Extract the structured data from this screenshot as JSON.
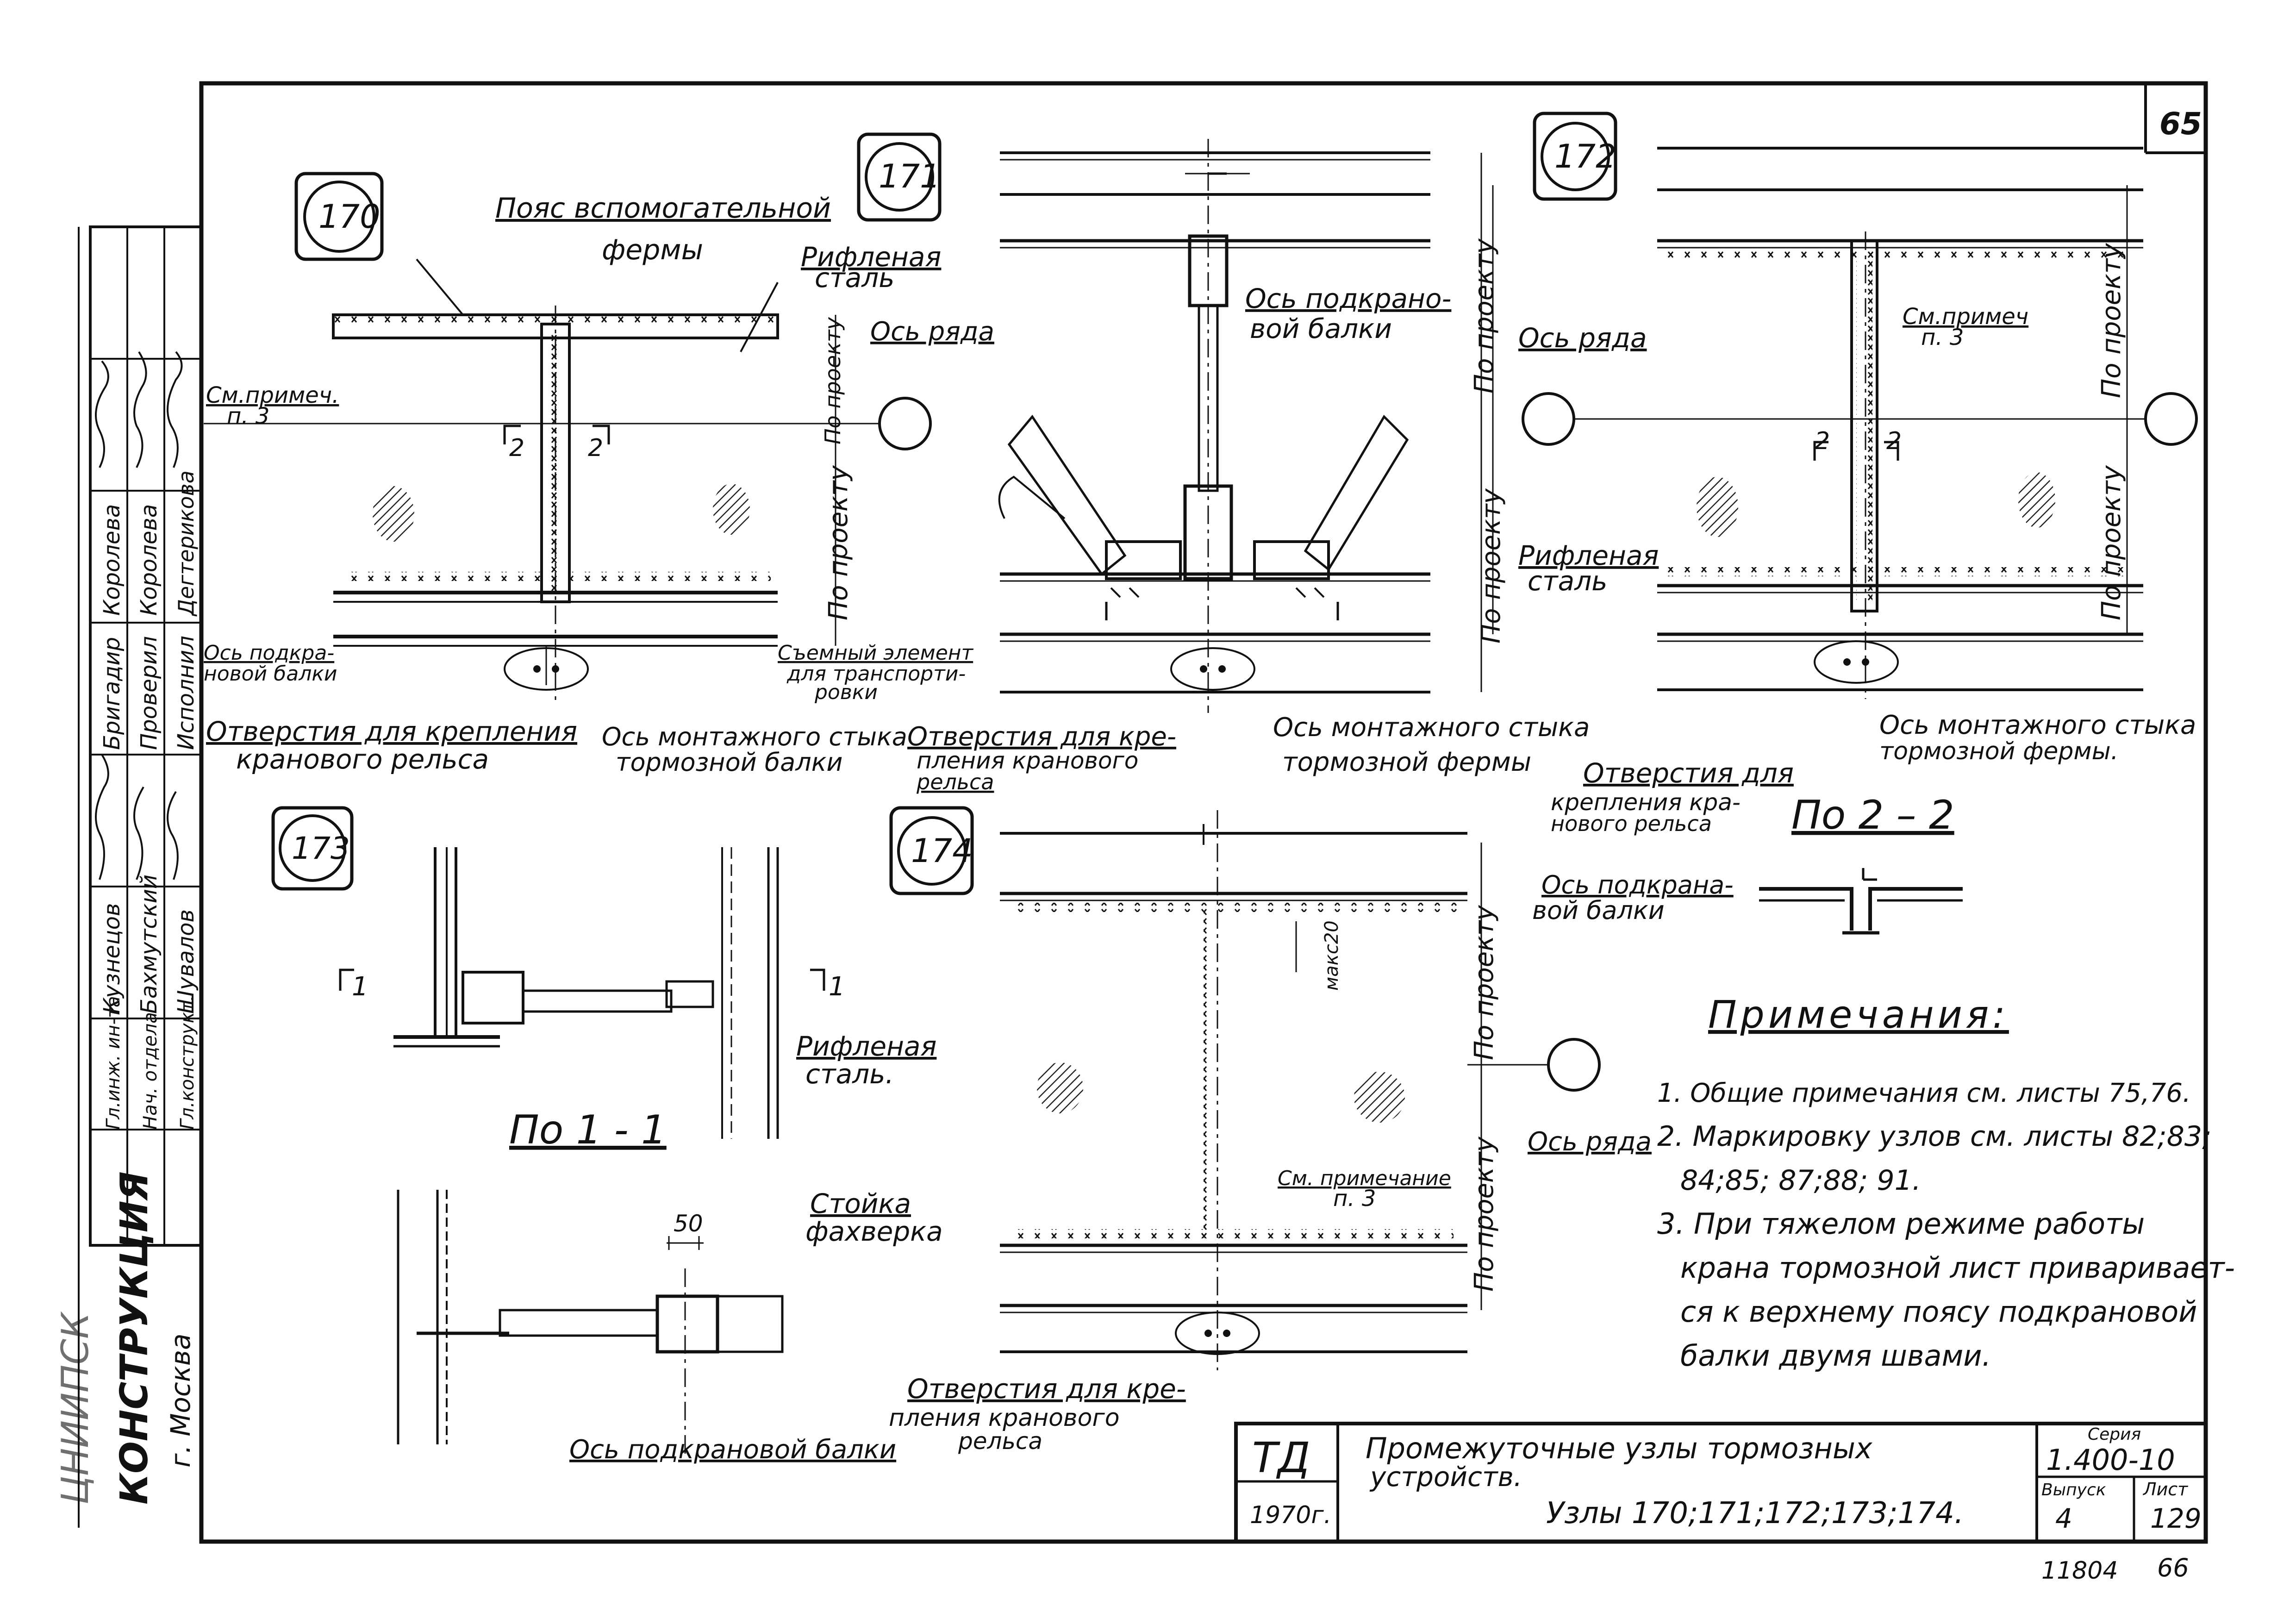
{
  "sheet": {
    "page_number": "65",
    "bottom_right_number": "66",
    "bottom_inventory": "11804"
  },
  "nodes": {
    "n170": "170",
    "n171": "171",
    "n172": "172",
    "n173": "173",
    "n174": "174"
  },
  "labels": {
    "poyas_line1": "Пояс вспомогательной",
    "poyas_line2": "фермы",
    "rifl_170_line1": "Рифленая",
    "rifl_170_line2": "сталь",
    "os_ryada_170": "Ось ряда",
    "sm_primech_170_line1": "См.примеч.",
    "sm_primech_170_line2": "п. 3",
    "po_proektu_170a": "По проекту",
    "po_proektu_170b": "По проекту",
    "os_podkran_170_line1": "Ось подкра-",
    "os_podkran_170_line2": "новой балки",
    "semny_line1": "Съемный элемент",
    "semny_line2": "для транспорти-",
    "semny_line3": "ровки",
    "otv_170_line1": "Отверстия для крепления",
    "otv_170_line2": "кранового рельса",
    "os_mont_170_line1": "Ось монтажного стыка",
    "os_mont_170_line2": "тормозной балки",
    "os_podkran_171_line1": "Ось подкрано-",
    "os_podkran_171_line2": "вой балки",
    "po_proektu_171": "По проекту",
    "otv_171_line1": "Отверстия для кре-",
    "otv_171_line2": "пления   кранового",
    "otv_171_line3": "рельса",
    "os_mont_171_line1": "Ось монтажного стыка",
    "os_mont_171_line2": "тормозной  фермы",
    "os_ryada_172": "Ось ряда",
    "po_proektu_172a": "По проекту",
    "rifl_172_line1": "Рифленая",
    "rifl_172_line2": "сталь",
    "sm_primech_172_line1": "См.примеч",
    "sm_primech_172_line2": "п. 3",
    "po_proektu_172b": "По проекту",
    "po_proektu_172c": "По проекту",
    "os_mont_172_line1": "Ось  монтажного стыка",
    "os_mont_172_line2": "тормозной  фермы.",
    "otv_172_line1": "Отверстия для",
    "otv_172_line2": "крепления   кра-",
    "otv_172_line3": "нового рельса",
    "section_22": "По 2 – 2",
    "os_podkran_174_line1": "Ось подкрана-",
    "os_podkran_174_line2": "вой балки",
    "po_proektu_174a": "По проекту",
    "maks20": "макс20",
    "rifl_174_line1": "Рифленая",
    "rifl_174_line2": "сталь.",
    "os_ryada_174": "Ось ряда",
    "po_proektu_174b": "По проекту",
    "sm_primech_174_line1": "См. примечание",
    "sm_primech_174_line2": "п. 3",
    "otv_174_line1": "Отверстия для кре-",
    "otv_174_line2": "пления    кранового",
    "otv_174_line3": "рельса",
    "cut_1": "1",
    "section_11": "По 1 - 1",
    "stoyka_line1": "Стойка",
    "stoyka_line2": "фахверка",
    "dim_50": "50",
    "os_podkran_173": "Ось подкрановой балки",
    "cut_2": "2"
  },
  "notes": {
    "title": "Примечания:",
    "lines": [
      "1. Общие примечания см. листы 75,76.",
      "2. Маркировку узлов см. листы 82;83;",
      "84;85; 87;88; 91.",
      "3.  При  тяжелом режиме работы",
      "крана тормозной лист приваривает-",
      "ся к верхнему поясу подкрановой",
      "балки двумя швами."
    ]
  },
  "title_block": {
    "logo": "ТД",
    "year": "1970г.",
    "title_line1": "Промежуточные    узлы тормозных",
    "title_line2": "устройств.",
    "title_line3": "Узлы 170;171;172;173;174.",
    "series_label": "Серия",
    "series_value": "1.400-10",
    "issue_label": "Выпуск",
    "issue_value": "4",
    "sheet_label": "Лист",
    "sheet_value": "129"
  },
  "side_stamp": {
    "org_line1": "ЦНИИПСК",
    "org_line2": "КОНСТРУКЦИЯ",
    "city": "г. Москва",
    "rows": [
      {
        "role": "Гл.инж. ин-та",
        "name": "Кузнецов"
      },
      {
        "role": "Нач. отдела",
        "name": "Бахмутский"
      },
      {
        "role": "Гл.конструкт.",
        "name": "Шувалов"
      },
      {
        "role": "Бригадир",
        "name": "Королева"
      },
      {
        "role": "Проверил",
        "name": "Королева"
      },
      {
        "role": "Исполнил",
        "name": "Дегтерикова"
      }
    ]
  }
}
